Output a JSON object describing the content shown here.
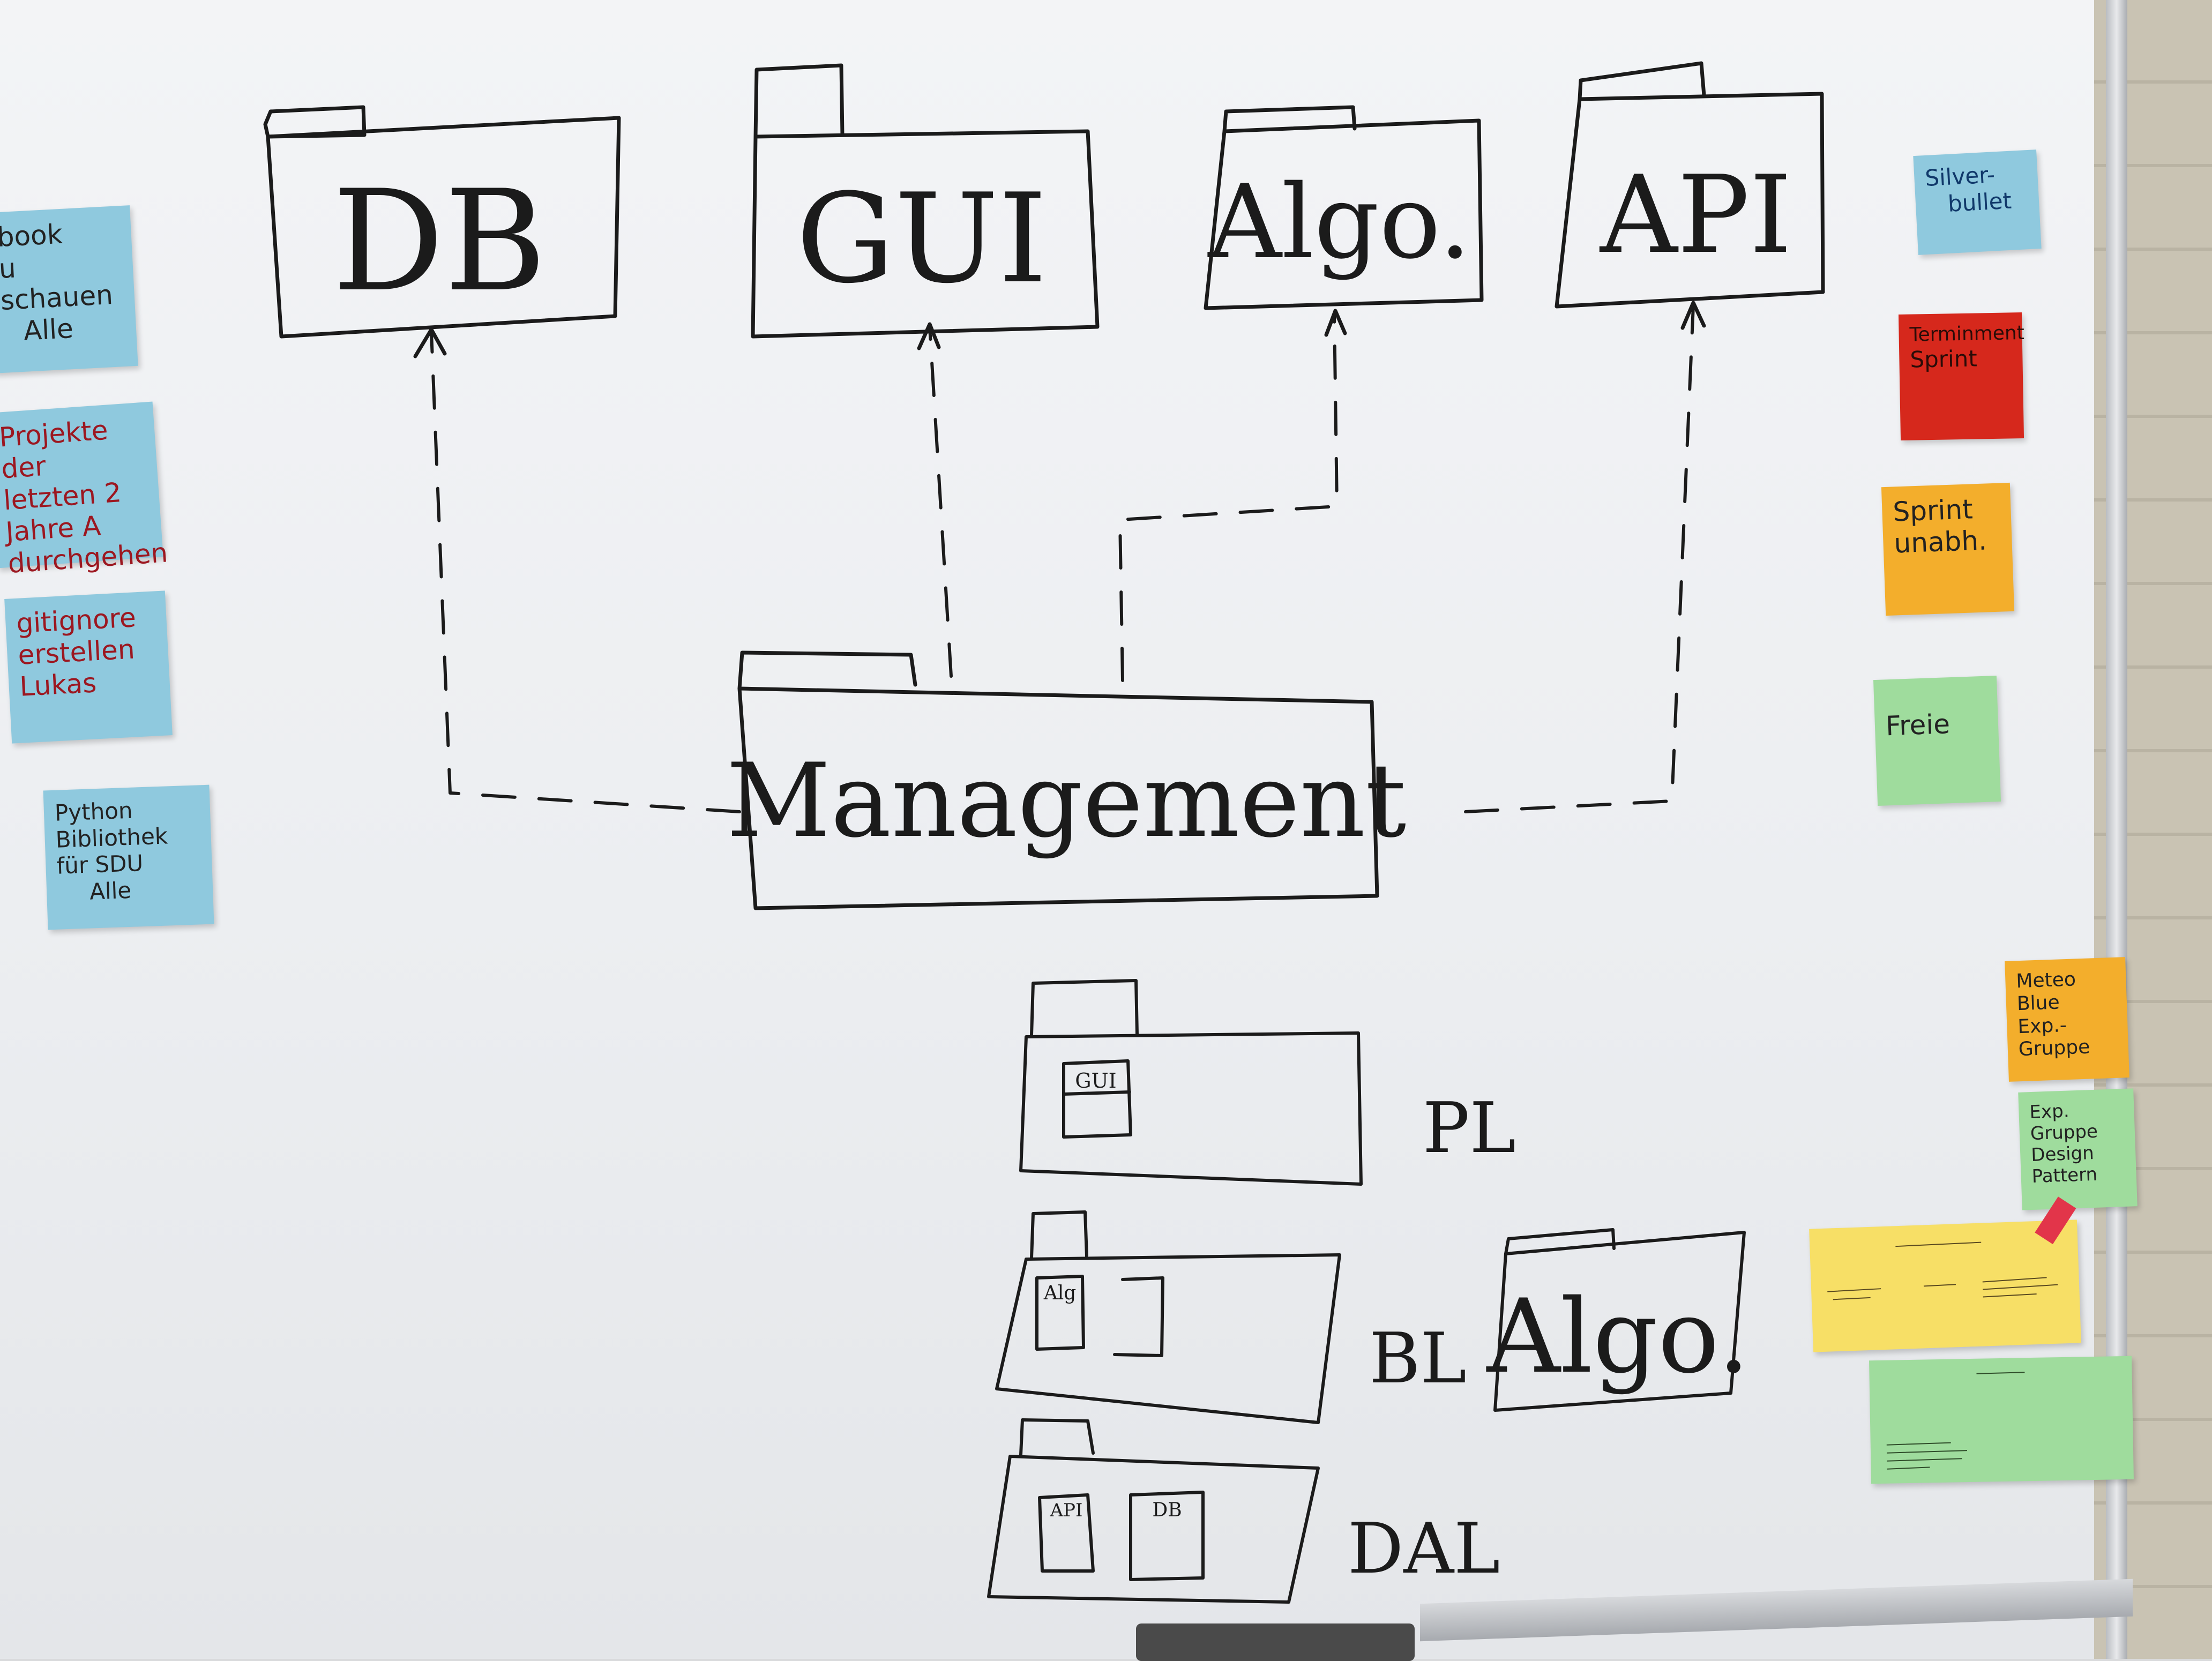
{
  "packages": {
    "db": "DB",
    "gui": "GUI",
    "algo": "Algo.",
    "api": "API",
    "management": "Management"
  },
  "layers": {
    "pl": "PL",
    "bl": "BL",
    "dal": "DAL",
    "pl_inner": "GUI",
    "bl_inner": "Alg",
    "dal_inner_1": "API",
    "dal_inner_2": "DB",
    "algo_side": "Algo."
  },
  "notes_left": [
    {
      "lines": [
        "book",
        "u",
        "schauen",
        "Alle"
      ]
    },
    {
      "lines": [
        "Projekte der",
        "letzten 2",
        "Jahre A",
        "durchgehen"
      ]
    },
    {
      "lines": [
        "gitignore",
        "erstellen",
        "Lukas"
      ]
    },
    {
      "lines": [
        "Python",
        "Bibliothek",
        "für SDU",
        "Alle"
      ]
    }
  ],
  "notes_right": [
    {
      "lines": [
        "Silver-",
        "bullet"
      ]
    },
    {
      "lines": [
        "Terminment",
        "Sprint"
      ]
    },
    {
      "lines": [
        "Sprint",
        "unabh."
      ]
    },
    {
      "lines": [
        "Freie"
      ]
    },
    {
      "lines": [
        "Meteo Blue",
        "Exp.-Gruppe"
      ]
    },
    {
      "lines": [
        "Exp. Gruppe",
        "Design Pattern"
      ]
    }
  ],
  "colors": {
    "ink": "#1b1b1b",
    "note_blue": "#8fc9de",
    "note_red": "#d6281c",
    "note_orange": "#f3ae2c",
    "note_green": "#9fdc9d",
    "note_yellow": "#f7df66"
  }
}
